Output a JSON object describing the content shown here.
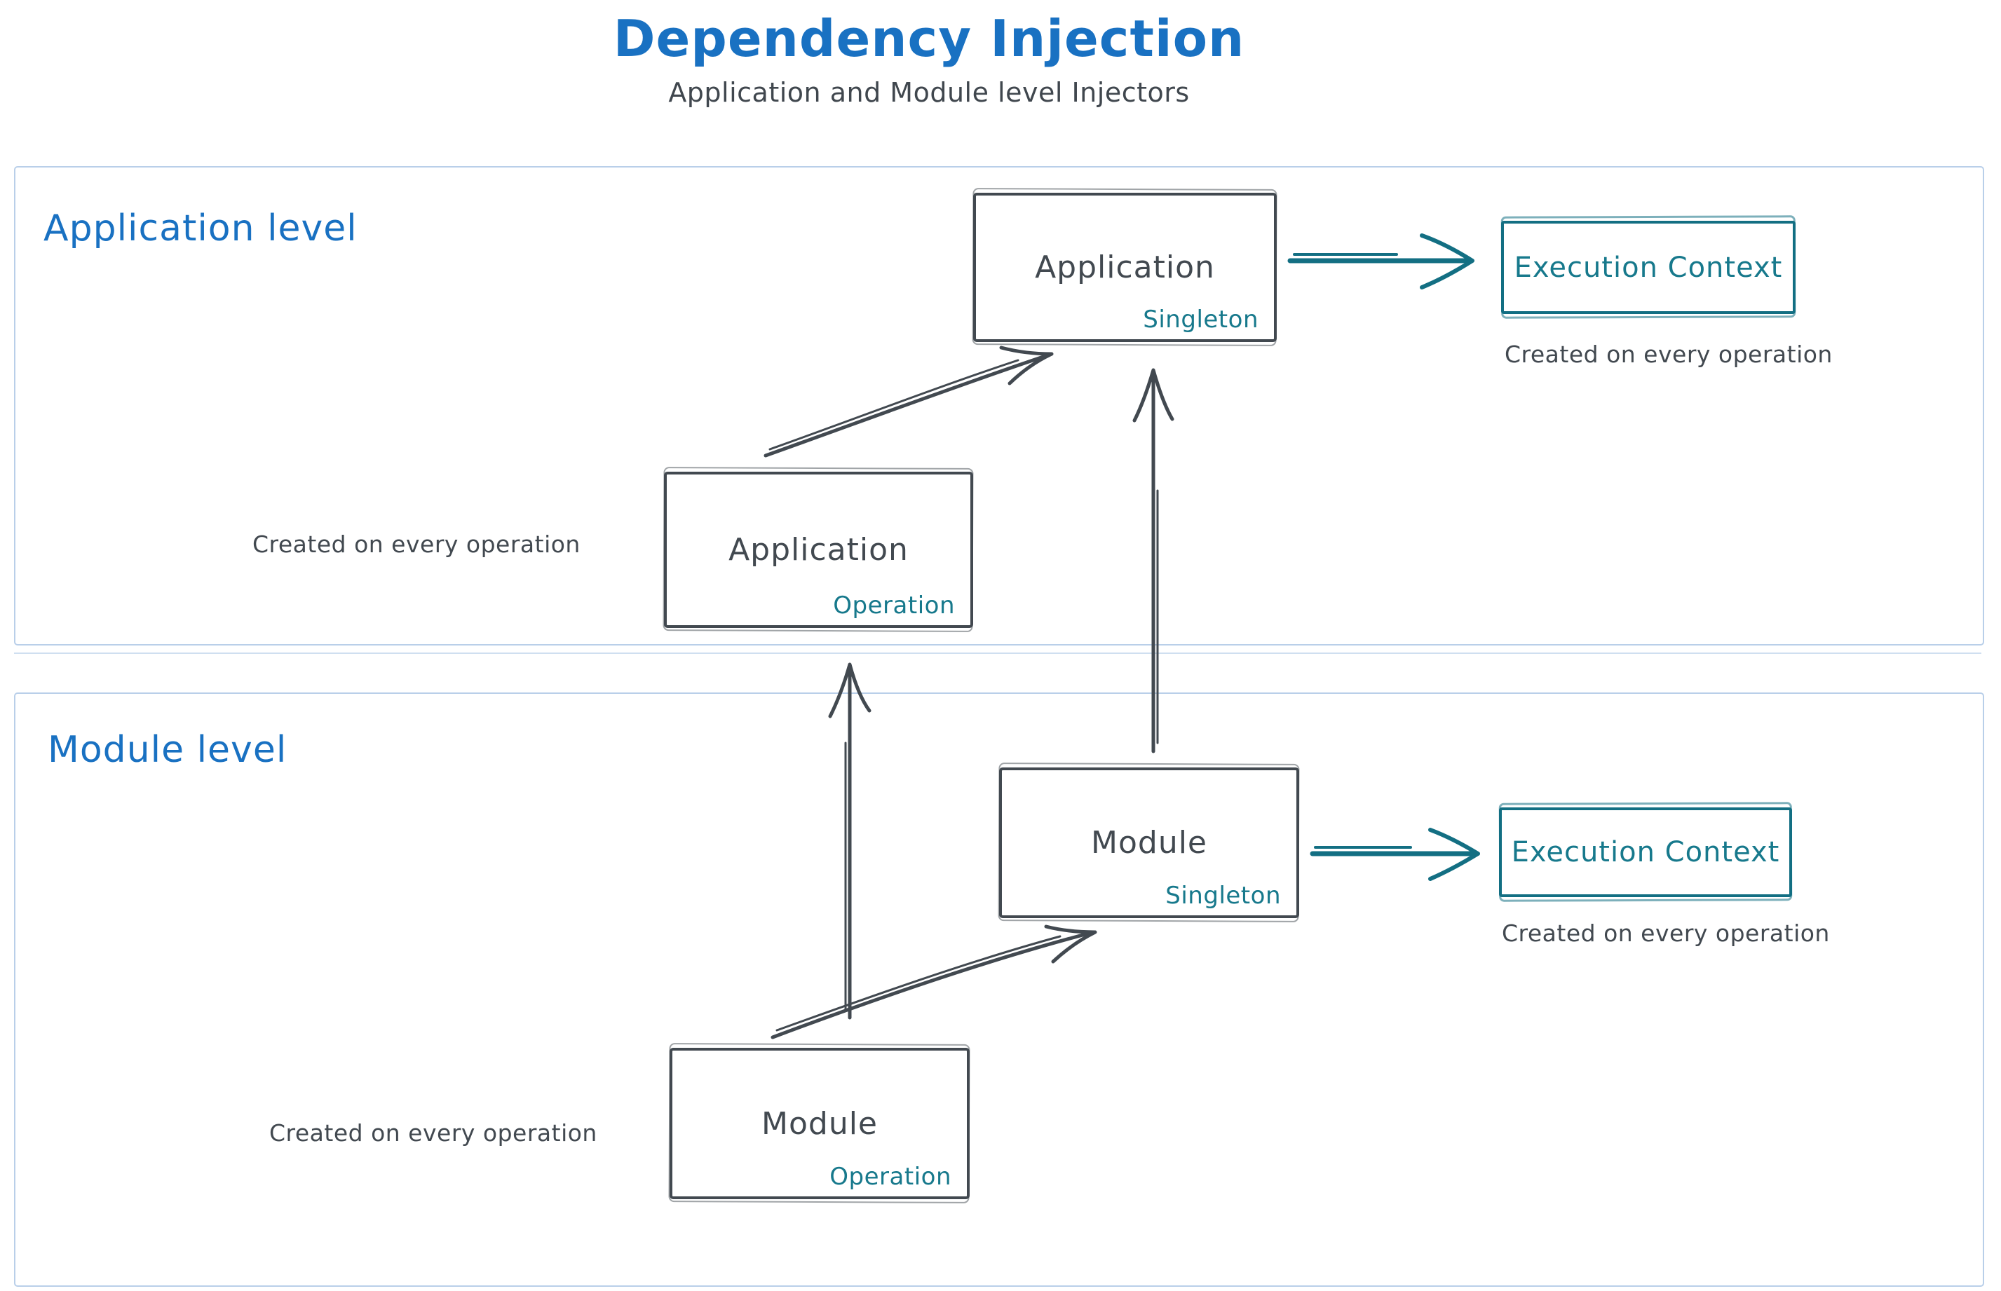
{
  "title": "Dependency Injection",
  "subtitle": "Application and Module level Injectors",
  "palette": {
    "heading_blue": "#1971c2",
    "dark": "#424950",
    "teal": "#17798c",
    "teal_border": "#136f83",
    "container_border": "#b9cfe9"
  },
  "application_level": {
    "label": "Application level",
    "singleton_node": {
      "title": "Application",
      "tag": "Singleton"
    },
    "operation_node": {
      "title": "Application",
      "tag": "Operation"
    },
    "operation_caption": "Created on every operation",
    "execution_context": {
      "label": "Execution Context",
      "caption": "Created on every operation"
    }
  },
  "module_level": {
    "label": "Module level",
    "singleton_node": {
      "title": "Module",
      "tag": "Singleton"
    },
    "operation_node": {
      "title": "Module",
      "tag": "Operation"
    },
    "operation_caption": "Created on every operation",
    "execution_context": {
      "label": "Execution Context",
      "caption": "Created on every operation"
    }
  }
}
